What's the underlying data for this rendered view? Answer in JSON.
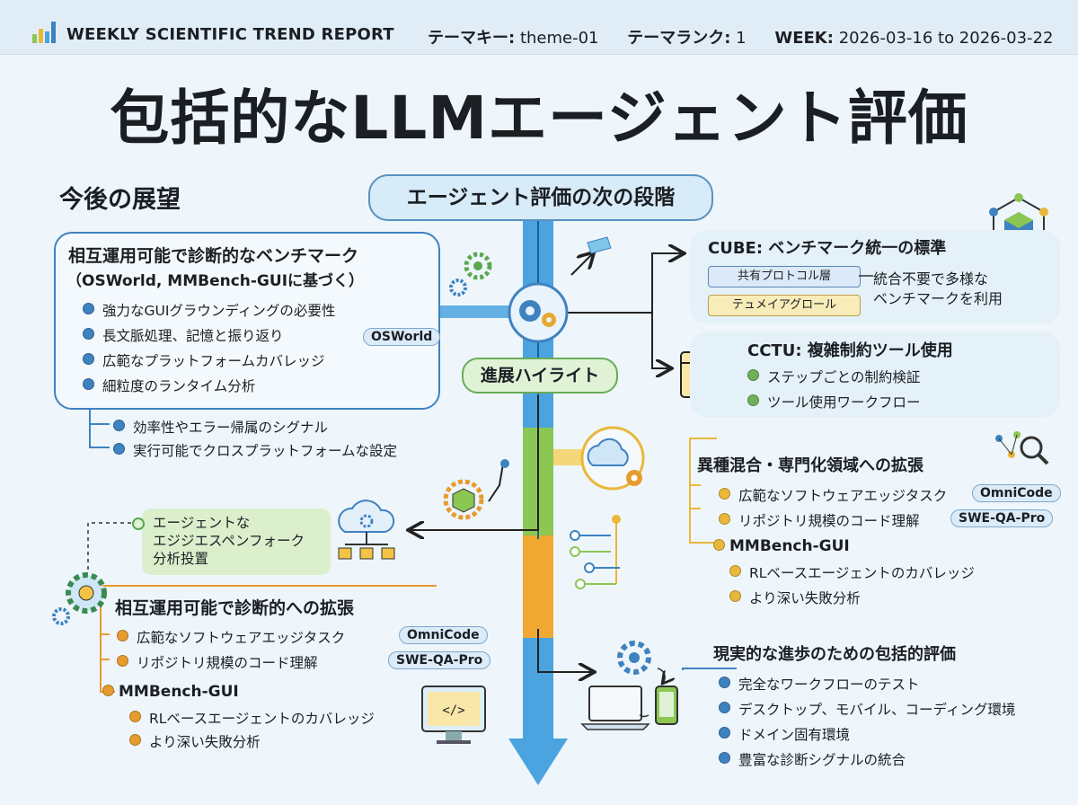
{
  "header": {
    "report_title": "WEEKLY SCIENTIFIC TREND REPORT",
    "theme_key_label": "テーマキー:",
    "theme_key_value": "theme-01",
    "theme_rank_label": "テーマランク:",
    "theme_rank_value": "1",
    "week_label": "WEEK:",
    "week_value": "2026-03-16 to 2026-03-22"
  },
  "title": "包括的なLLMエージェント評価",
  "outlook_heading": "今後の展望",
  "spine": {
    "top_label": "エージェント評価の次の段階",
    "highlight_label": "進展ハイライト"
  },
  "left_box": {
    "title": "相互運用可能で診断的なベンチマーク",
    "subtitle": "（OSWorld, MMBench-GUIに基づく）",
    "items": [
      "強力なGUIグラウンディングの必要性",
      "長文脈処理、記憶と振り返り",
      "広範なプラットフォームカバレッジ",
      "細粒度のランタイム分析"
    ],
    "tag": "OSWorld",
    "extra_items": [
      "効率性やエラー帰属のシグナル",
      "実行可能でクロスプラットフォームな設定"
    ]
  },
  "cube": {
    "title": "CUBE: ベンチマーク統一の標準",
    "tag_protocol": "共有プロトコル層",
    "tag_telemetry": "テュメイアグロール",
    "text_lines": [
      "統合不要で多様な",
      "ベンチマークを利用"
    ]
  },
  "cctu": {
    "title": "CCTU: 複雑制約ツール使用",
    "items": [
      "ステップごとの制約検証",
      "ツール使用ワークフロー"
    ]
  },
  "hetero": {
    "title": "異種混合・専門化領域への拡張",
    "items": [
      "広範なソフトウェアエッジタスク",
      "リポジトリ規模のコード理解"
    ],
    "tags": [
      "OmniCode",
      "SWE-QA-Pro"
    ],
    "sub_title": "MMBench-GUI",
    "sub_items": [
      "RLベースエージェントのカバレッジ",
      "より深い失敗分析"
    ]
  },
  "agent_box": {
    "lines": [
      "エージェントな",
      "エジジエスペンフォーク",
      "分析投置"
    ]
  },
  "left_lower": {
    "title": "相互運用可能で診断的への拡張",
    "items": [
      "広範なソフトウェアエッジタスク",
      "リポジトリ規模のコード理解"
    ],
    "tags": [
      "OmniCode",
      "SWE-QA-Pro"
    ],
    "sub_title": "MMBench-GUI",
    "sub_items": [
      "RLベースエージェントのカバレッジ",
      "より深い失敗分析"
    ]
  },
  "realistic": {
    "title": "現実的な進歩のための包括的評価",
    "items": [
      "完全なワークフローのテスト",
      "デスクトップ、モバイル、コーディング環境",
      "ドメイン固有環境",
      "豊富な診断シグナルの統合"
    ]
  },
  "colors": {
    "spine_blue": "#4ba3e0",
    "spine_green": "#8cc653",
    "spine_orange": "#f0a830",
    "accent_blue": "#3f82c0"
  },
  "icons": [
    "bar-chart-icon",
    "gear-icon",
    "cube-network-icon",
    "code-window-icon",
    "cloud-gear-icon",
    "magnifier-network-icon",
    "laptop-icon",
    "phone-icon",
    "monitor-code-icon",
    "org-chart-icon"
  ]
}
